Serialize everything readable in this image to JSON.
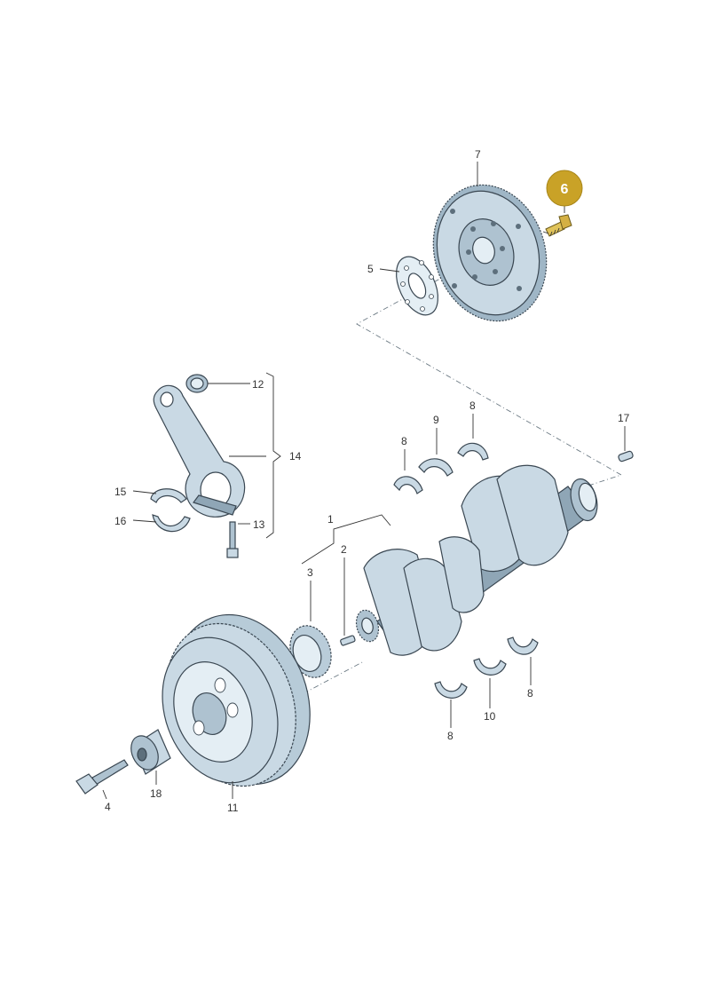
{
  "callouts": {
    "c1": "1",
    "c2": "2",
    "c3": "3",
    "c4": "4",
    "c5": "5",
    "c6": "6",
    "c7": "7",
    "c8a": "8",
    "c8b": "8",
    "c8c": "8",
    "c8d": "8",
    "c9": "9",
    "c10": "10",
    "c11": "11",
    "c12": "12",
    "c13": "13",
    "c14": "14",
    "c15": "15",
    "c16": "16",
    "c17": "17",
    "c18": "18"
  },
  "highlight": {
    "part": "6",
    "color": "#c9a227"
  },
  "colors": {
    "steel": "#c9d9e4",
    "outline": "#3a4752",
    "bolt": "#e0c35a"
  }
}
